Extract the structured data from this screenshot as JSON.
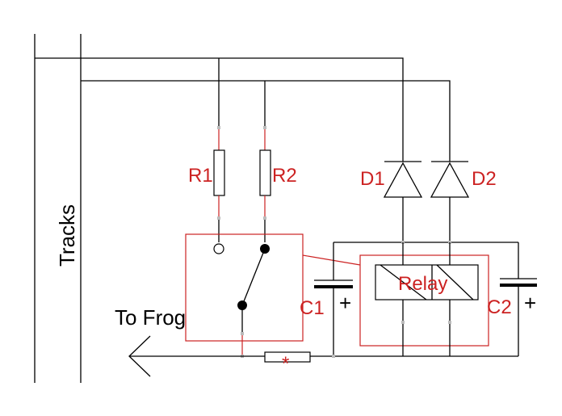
{
  "colors": {
    "wire": "#000000",
    "component": "#cc2222",
    "background": "#ffffff"
  },
  "labels": {
    "tracks": "Tracks",
    "to_frog": "To Frog",
    "r1": "R1",
    "r2": "R2",
    "d1": "D1",
    "d2": "D2",
    "relay": "Relay",
    "c1": "C1",
    "c2": "C2",
    "resistor_mark": "*",
    "c1_polarity": "+",
    "c2_polarity": "+"
  }
}
